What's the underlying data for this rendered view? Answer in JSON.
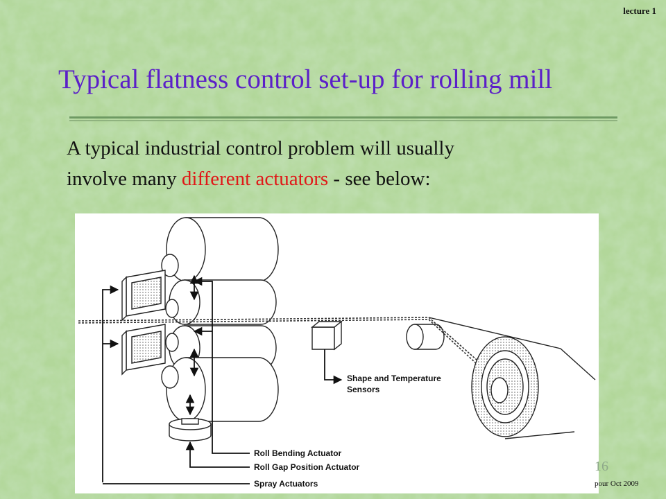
{
  "header": {
    "lecture": "lecture 1"
  },
  "slide": {
    "title": "Typical flatness control set-up for rolling mill",
    "body_line1": "A typical industrial control problem will usually",
    "body_line2_pre": "involve many ",
    "body_line2_red1": "different",
    "body_line2_red2": "actuators",
    "body_line2_post": " - see below:"
  },
  "figure": {
    "label_sensors_1": "Shape and Temperature",
    "label_sensors_2": "Sensors",
    "label_bending": "Roll Bending Actuator",
    "label_gap": "Roll Gap Position Actuator",
    "label_spray": "Spray Actuators"
  },
  "footer": {
    "page_number": "16",
    "credit": "pour Oct 2009"
  },
  "colors": {
    "title": "#5b1fc8",
    "highlight": "#e01818",
    "background": "#a9d08c"
  }
}
